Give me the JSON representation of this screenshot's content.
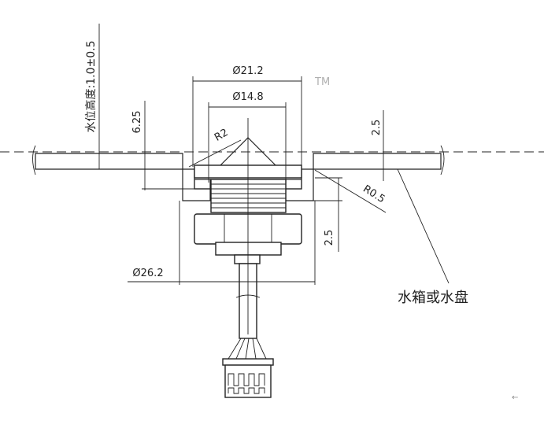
{
  "labels": {
    "water_level": "水位高度:1.0±0.5",
    "dia_outer": "Ø21.2",
    "trademark": "TM",
    "dia_inner": "Ø14.8",
    "height_625": "6.25",
    "radius_r2": "R2",
    "thickness_top": "2.5",
    "radius_r05": "R0.5",
    "thickness_bottom": "2.5",
    "dia_nut": "Ø26.2",
    "tank_label": "水箱或水盘",
    "corner_mark": "←"
  },
  "colors": {
    "line": "#222222",
    "trademark": "#b0b0b0"
  }
}
